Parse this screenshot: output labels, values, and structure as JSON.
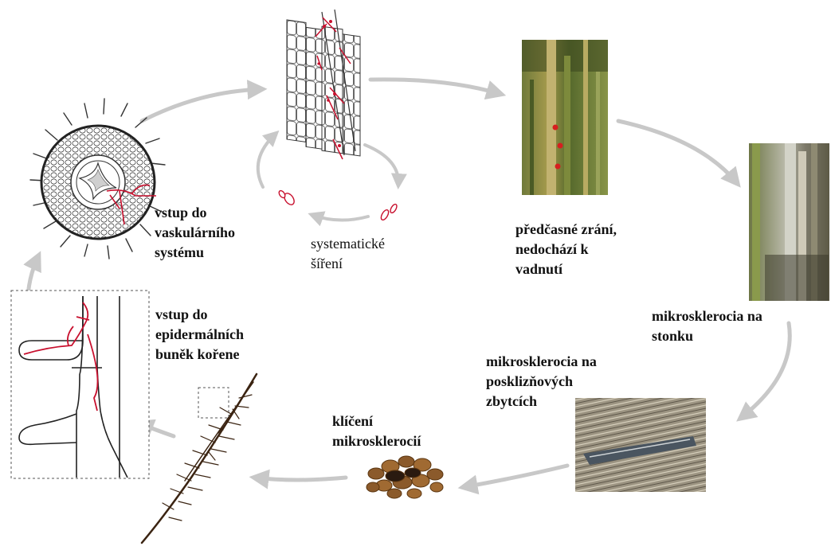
{
  "labels": {
    "vascular_entry": [
      "vstup do",
      "vaskulárního",
      "systému"
    ],
    "systemic_spread": [
      "systematické",
      "šíření"
    ],
    "premature_ripening": [
      "předčasné zrání,",
      "nedochází k",
      "vadnutí"
    ],
    "stem_microsclerotia": [
      "mikrosklerocia na",
      "stonku"
    ],
    "residue_microsclerotia": [
      "mikrosklerocia na",
      "posklizňových",
      "zbytcích"
    ],
    "germination": [
      "klíčení",
      "mikrosklerocií"
    ],
    "epidermal_entry": [
      "vstup do",
      "epidermálních",
      "buněk kořene"
    ]
  },
  "colors": {
    "arrow": "#c8c8c8",
    "pathogen": "#c8102e",
    "ink": "#222222",
    "root": "#3b2412",
    "sclerotia": "#8b5a2b",
    "sclerotia_dark": "#2a1a10"
  },
  "icons": [
    "root-cross-section-icon",
    "vascular-tissue-icon",
    "plant-stem-photo",
    "dead-stem-photo",
    "crop-residue-photo",
    "microsclerotia-cluster-icon",
    "root-hair-icon",
    "epidermal-cells-icon"
  ]
}
